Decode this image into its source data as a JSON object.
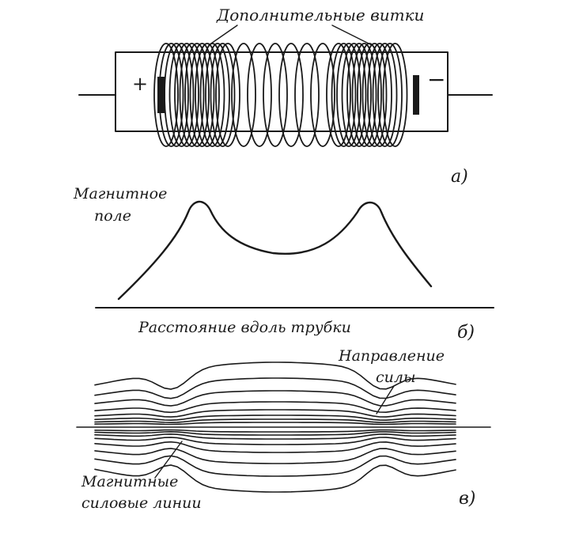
{
  "panel_a": {
    "label": "а)",
    "extra_turns_label": "Дополнительные витки",
    "plus_sign": "+",
    "minus_sign": "−"
  },
  "panel_b": {
    "label": "б)",
    "y_label_line1": "Магнитное",
    "y_label_line2": "поле",
    "x_label": "Расстояние  вдоль  трубки"
  },
  "panel_c": {
    "label": "в)",
    "force_label_line1": "Направление",
    "force_label_line2": "силы",
    "lines_label_line1": "Магнитные",
    "lines_label_line2": "силовые  линии"
  },
  "colors": {
    "ink": "#1a1a1a",
    "background": "#ffffff"
  }
}
